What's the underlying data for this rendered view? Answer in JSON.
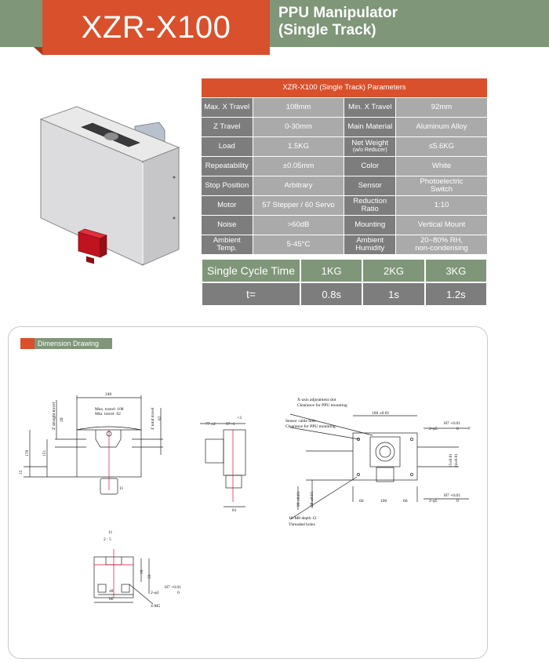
{
  "header": {
    "model": "XZR-X100",
    "subtitle_line1": "PPU Manipulator",
    "subtitle_line2": "(Single Track)"
  },
  "params": {
    "title": "XZR-X100 (Single Track) Parameters",
    "rows": [
      {
        "k1": "Max. X Travel",
        "v1": "108mm",
        "k2": "Min. X Travel",
        "v2": "92mm"
      },
      {
        "k1": "Z Travel",
        "v1": "0-30mm",
        "k2": "Main Material",
        "v2": "Aluminum Alloy"
      },
      {
        "k1": "Load",
        "v1": "1.5KG",
        "k2": "Net Weight",
        "k2b": "(w/o Reducer)",
        "v2": "≤5.6KG"
      },
      {
        "k1": "Repeatability",
        "v1": "±0.05mm",
        "k2": "Color",
        "v2": "White"
      },
      {
        "k1": "Stop Position",
        "v1": "Arbitrary",
        "k2": "Sensor",
        "v2": "Photoelectric",
        "v2b": "Switch"
      },
      {
        "k1": "Motor",
        "v1": "57 Stepper / 60 Servo",
        "k2": "Reduction",
        "k2b": "Ratio",
        "v2": "1:10"
      },
      {
        "k1": "Noise",
        "v1": ">60dB",
        "k2": "Mounting",
        "v2": "Vertical Mount"
      },
      {
        "k1": "Ambient",
        "k1b": "Temp.",
        "v1": "5-45°C",
        "k2": "Ambient",
        "k2b": "Humidity",
        "v2": "20~80% RH,",
        "v2b": "non-condensing"
      }
    ]
  },
  "cycle": {
    "header": [
      "Single Cycle Time",
      "1KG",
      "2KG",
      "3KG"
    ],
    "row": [
      "t=",
      "0.8s",
      "1s",
      "1.2s"
    ]
  },
  "drawing": {
    "tag": "Dimension Drawing",
    "front": {
      "dim_width": "240",
      "max_travel": "Max. travel: 108",
      "min_travel": "Min. travel: 92",
      "z_straight": "Z straight travel",
      "z_total": "Z total travel",
      "d20": "20",
      "d62": "62",
      "d170": "170",
      "d151": "151",
      "d15": "15",
      "d11": "11"
    },
    "side": {
      "d77": "77 ±2",
      "d97": "97 -1",
      "tol": "+3",
      "d81": "81"
    },
    "rear": {
      "note1a": "X-axis adjustment slot",
      "note1b": "Clearance for PPU mounting",
      "note2a": "Sensor cable hole",
      "note2b": "Clearance for PPU mounting",
      "d160": "160 ±0.01",
      "phi5": "2-φ5",
      "h7": "H7 +0.01",
      "h7b": "0",
      "d7": "7",
      "d60a": "60",
      "d100": "100",
      "d60b": "60",
      "d28": "28 ±0.01",
      "d99": "99 ±0.01",
      "note3a": "16-M8 depth 12",
      "note3b": "Threaded holes",
      "v1": "15±0.01",
      "v2": "24±0.01"
    },
    "detail": {
      "d11": "11",
      "scale": "2 : 5",
      "d48": "48",
      "d60": "60",
      "d18": "18",
      "d33": "33",
      "phi3": "2-φ3",
      "h7": "H7 +0.01",
      "h7b": "0",
      "m5": "4-M5"
    }
  }
}
